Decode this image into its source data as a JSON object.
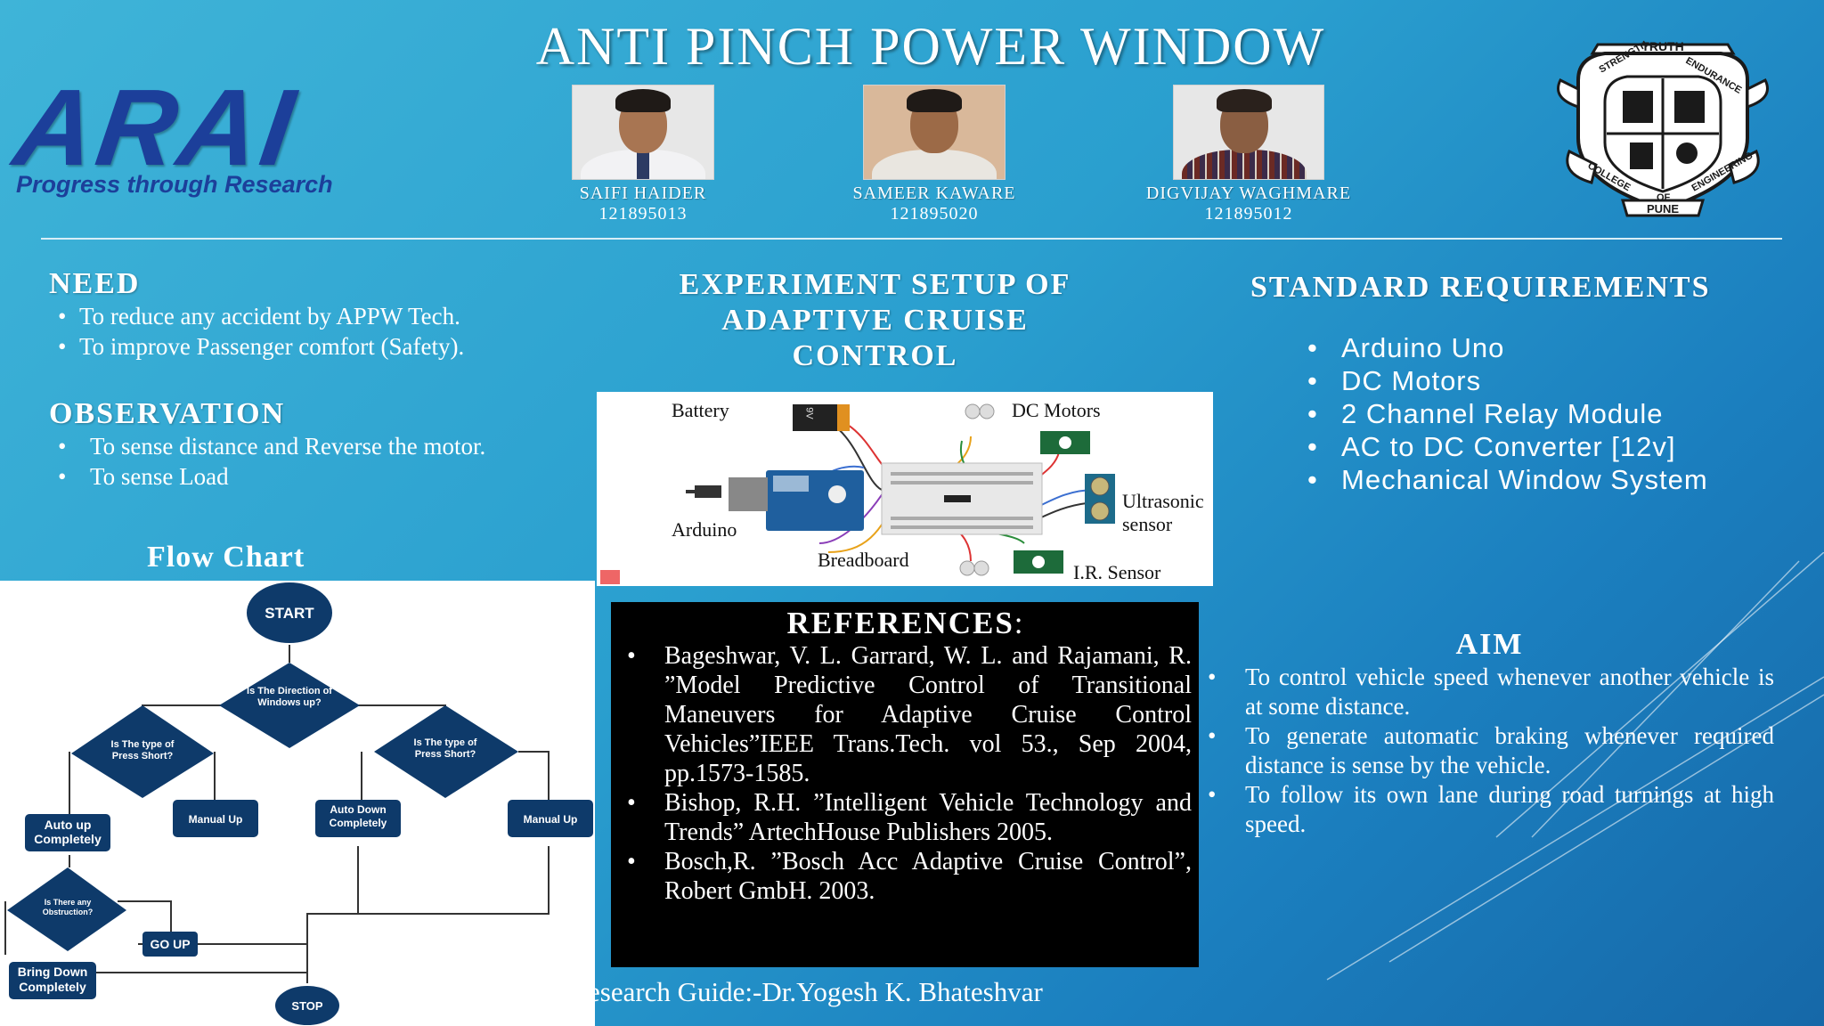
{
  "header": {
    "title": "ANTI PINCH POWER WINDOW",
    "logo": {
      "word": "ARAI",
      "tagline": "Progress through Research"
    },
    "members": [
      {
        "name": "SAIFI HAIDER",
        "id": "121895013"
      },
      {
        "name": "SAMEER KAWARE",
        "id": "121895020"
      },
      {
        "name": "DIGVIJAY WAGHMARE",
        "id": "121895012"
      }
    ],
    "crest": {
      "top": "TRUTH",
      "left": "STRENGTH",
      "right": "ENDURANCE",
      "bottom_left": "COLLEGE",
      "bottom_mid": "OF",
      "bottom_right": "ENGINEERING",
      "base": "PUNE"
    }
  },
  "need": {
    "heading": "NEED",
    "items": [
      "To  reduce any accident by APPW Tech.",
      "To  improve Passenger comfort (Safety)."
    ]
  },
  "observation": {
    "heading": "OBSERVATION",
    "items": [
      "To sense distance and  Reverse  the motor.",
      "To sense Load"
    ]
  },
  "flowchart": {
    "title": "Flow Chart",
    "nodes": {
      "start": "START",
      "direction": "Is The Direction of Windows up?",
      "type_left": "Is The type of Press Short?",
      "type_right": "Is The type of Press Short?",
      "auto_up": "Auto up Completely",
      "manual_up_left": "Manual Up",
      "auto_down": "Auto Down Completely",
      "manual_up_right": "Manual Up",
      "obstruction": "Is There any Obstruction?",
      "go_up": "GO UP",
      "bring_down": "Bring Down Completely",
      "stop": "STOP"
    }
  },
  "experiment": {
    "heading_lines": [
      "EXPERIMENT SETUP OF",
      "ADAPTIVE CRUISE",
      "CONTROL"
    ],
    "labels": {
      "battery": "Battery",
      "battery_text": "9V",
      "dc_motors": "DC Motors",
      "arduino": "Arduino",
      "ultrasonic": "Ultrasonic sensor",
      "breadboard": "Breadboard",
      "ir": "I.R. Sensor"
    }
  },
  "references": {
    "heading": "REFERENCES",
    "heading_suffix": ":",
    "items": [
      "Bageshwar, V. L. Garrard, W. L. and Rajamani, R. ”Model Predictive Control of Transitional Maneuvers for Adaptive Cruise Control Vehicles”IEEE Trans.Tech. vol 53., Sep 2004, pp.1573-1585.",
      "Bishop, R.H. ”Intelligent Vehicle Technology and Trends” ArtechHouse Publishers 2005.",
      "Bosch,R. ”Bosch Acc Adaptive Cruise Control”, Robert GmbH. 2003."
    ]
  },
  "guide": "esearch Guide:-Dr.Yogesh K. Bhateshvar",
  "standard": {
    "heading": "STANDARD  REQUIREMENTS",
    "items": [
      "Arduino Uno",
      "DC Motors",
      "2 Channel Relay Module",
      "AC to DC Converter [12v]",
      "Mechanical Window System"
    ]
  },
  "aim": {
    "heading": "AIM",
    "items": [
      "To control vehicle speed whenever another vehicle is at some distance.",
      "To generate automatic braking whenever required distance is sense by the vehicle.",
      "To follow its own lane during road turnings at high speed."
    ]
  },
  "colors": {
    "arai_blue": "#1c3f9a",
    "flow_node": "#0e3a6a",
    "background": "#2a9fcf"
  }
}
